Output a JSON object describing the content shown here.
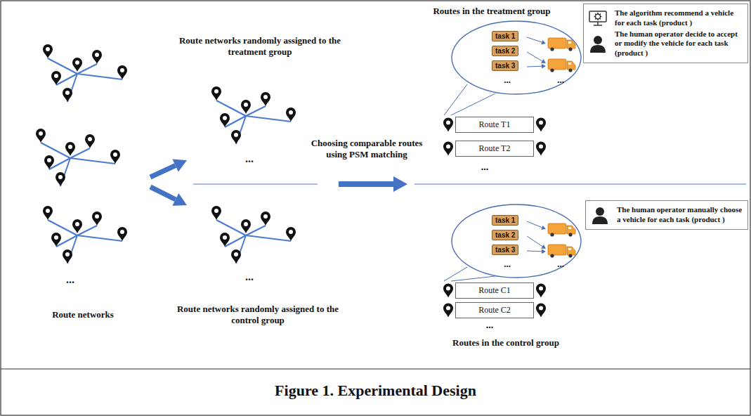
{
  "diagram": {
    "caption": "Figure 1. Experimental Design",
    "nodes": [
      {
        "text": [
          "The algorithm recommend a vehicle for each task (product )",
          "The human operator decide to accept or modify the vehicle for each task (product )"
        ]
      },
      {
        "text": [
          "task 1"
        ]
      },
      {
        "text": [
          "task 2"
        ]
      },
      {
        "text": [
          "task 3"
        ]
      },
      {
        "text": [
          "Route T1"
        ]
      },
      {
        "text": [
          "Route T2"
        ]
      },
      {
        "text": [
          "The human operator manually choose a vehicle for each task (product )"
        ]
      },
      {
        "text": [
          "task 1"
        ]
      },
      {
        "text": [
          "task 2"
        ]
      },
      {
        "text": [
          "task 3"
        ]
      },
      {
        "text": [
          "Route C1"
        ]
      },
      {
        "text": [
          "Route C2"
        ]
      }
    ],
    "labels": [
      "Routes in the treatment group",
      "Route networks randomly assigned to the treatment group",
      "Choosing comparable routes using PSM matching",
      "...",
      "Route networks",
      "...",
      "...",
      "Route networks randomly assigned to the control group",
      "...",
      "...",
      "...",
      "...",
      "...",
      "...",
      "Routes in the control group"
    ]
  }
}
